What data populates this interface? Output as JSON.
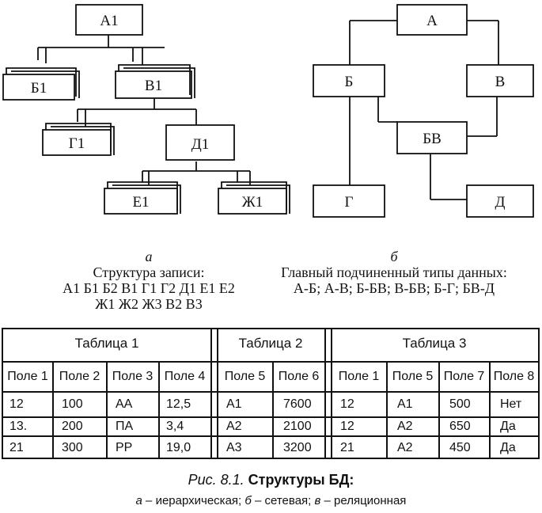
{
  "hier": {
    "nodes": {
      "A1": "А1",
      "B1": "Б1",
      "V1": "В1",
      "G1": "Г1",
      "D1": "Д1",
      "E1": "Е1",
      "Zh1": "Ж1"
    },
    "label": "а",
    "struct_title": "Структура записи:",
    "struct_line1": "А1 Б1 Б2 В1 Г1 Г2 Д1 Е1 Е2",
    "struct_line2": "Ж1 Ж2 Ж3 В2 В3"
  },
  "net": {
    "nodes": {
      "A": "А",
      "B": "Б",
      "V": "В",
      "BV": "БВ",
      "G": "Г",
      "D": "Д"
    },
    "label": "б",
    "types_title": "Главный подчиненный типы данных:",
    "types_line": "А-Б; А-В; Б-БВ; В-БВ; Б-Г; БВ-Д"
  },
  "tables": [
    {
      "title": "Таблица 1",
      "headers": [
        "Поле 1",
        "Поле 2",
        "Поле 3",
        "Поле 4"
      ],
      "rows": [
        [
          "12",
          "100",
          "АА",
          "12,5"
        ],
        [
          "13.",
          "200",
          "ПА",
          "3,4"
        ],
        [
          "21",
          "300",
          "РР",
          "19,0"
        ]
      ]
    },
    {
      "title": "Таблица 2",
      "headers": [
        "Поле 5",
        "Поле 6"
      ],
      "rows": [
        [
          "А1",
          "7600"
        ],
        [
          "А2",
          "2100"
        ],
        [
          "А3",
          "3200"
        ]
      ]
    },
    {
      "title": "Таблица 3",
      "headers": [
        "Поле 1",
        "Поле 5",
        "Поле 7",
        "Поле 8"
      ],
      "rows": [
        [
          "12",
          "А1",
          "500",
          "Нет"
        ],
        [
          "12",
          "А2",
          "650",
          "Да"
        ],
        [
          "21",
          "А2",
          "450",
          "Да"
        ]
      ]
    }
  ],
  "caption": {
    "fig": "Рис. 8.1.",
    "title": "Структуры БД:",
    "a": "а",
    "a_text": " – иерархическая; ",
    "b": "б",
    "b_text": " – сетевая; ",
    "v": "в",
    "v_text": " – реляционная"
  }
}
